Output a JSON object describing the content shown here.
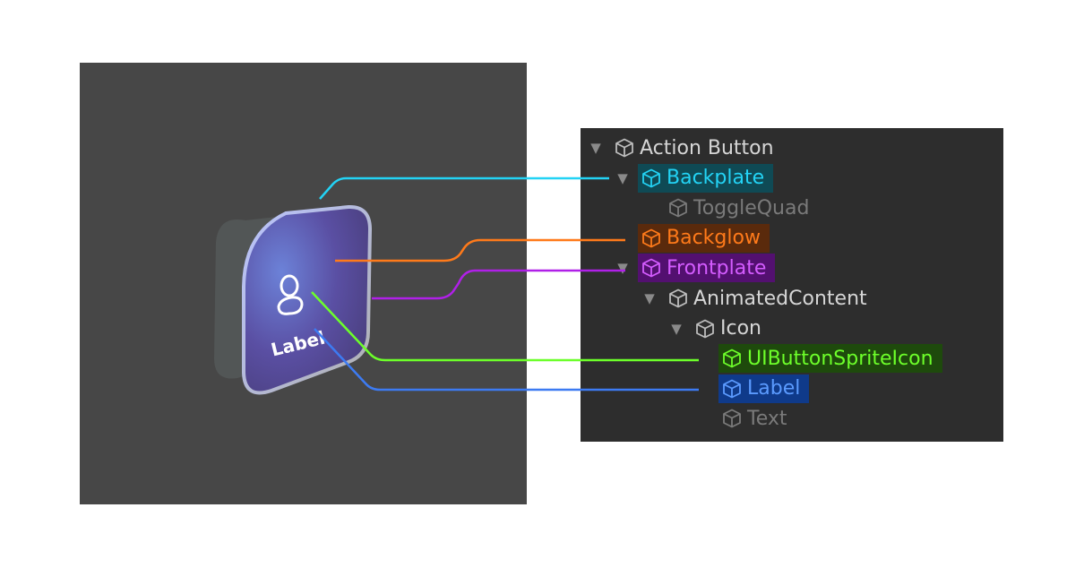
{
  "button": {
    "label": "Label",
    "icon": "person-icon"
  },
  "hierarchy": {
    "items": [
      {
        "key": "action_button",
        "label": "Action Button",
        "expanded": true,
        "color": "#d6d6d6",
        "highlight": null,
        "indent": 0,
        "show_arrow": true,
        "cube_color": "#bdbdbd"
      },
      {
        "key": "backplate",
        "label": "Backplate",
        "expanded": true,
        "color": "#23d3f5",
        "highlight": "#0f4a55",
        "indent": 1,
        "show_arrow": true,
        "cube_color": "#23d3f5"
      },
      {
        "key": "togglequad",
        "label": "ToggleQuad",
        "expanded": false,
        "color": "#7a7a7a",
        "highlight": null,
        "indent": 2,
        "show_arrow": false,
        "cube_color": "#7a7a7a"
      },
      {
        "key": "backglow",
        "label": "Backglow",
        "expanded": false,
        "color": "#ff7a1a",
        "highlight": "#5a2a0c",
        "indent": 1,
        "show_arrow": false,
        "cube_color": "#ff7a1a"
      },
      {
        "key": "frontplate",
        "label": "Frontplate",
        "expanded": true,
        "color": "#d45cff",
        "highlight": "#531070",
        "indent": 1,
        "show_arrow": true,
        "cube_color": "#d45cff"
      },
      {
        "key": "animatedcontent",
        "label": "AnimatedContent",
        "expanded": true,
        "color": "#d6d6d6",
        "highlight": null,
        "indent": 2,
        "show_arrow": true,
        "cube_color": "#bdbdbd"
      },
      {
        "key": "icon",
        "label": "Icon",
        "expanded": true,
        "color": "#d6d6d6",
        "highlight": null,
        "indent": 3,
        "show_arrow": true,
        "cube_color": "#bdbdbd"
      },
      {
        "key": "uibuttonspriteicon",
        "label": "UIButtonSpriteIcon",
        "expanded": false,
        "color": "#6dff2a",
        "highlight": "#1e4a0c",
        "indent": 4,
        "show_arrow": false,
        "cube_color": "#6dff2a"
      },
      {
        "key": "label",
        "label": "Label",
        "expanded": false,
        "color": "#5b9bff",
        "highlight": "#0f3a8a",
        "indent": 4,
        "show_arrow": false,
        "cube_color": "#5b9bff"
      },
      {
        "key": "text",
        "label": "Text",
        "expanded": false,
        "color": "#7a7a7a",
        "highlight": null,
        "indent": 4,
        "show_arrow": false,
        "cube_color": "#7a7a7a"
      }
    ]
  },
  "connector_colors": {
    "backplate": "#23d3f5",
    "backglow": "#ff7a1a",
    "frontplate": "#b020e8",
    "uibuttonspriteicon": "#6dff2a",
    "label": "#3d7bf2"
  }
}
